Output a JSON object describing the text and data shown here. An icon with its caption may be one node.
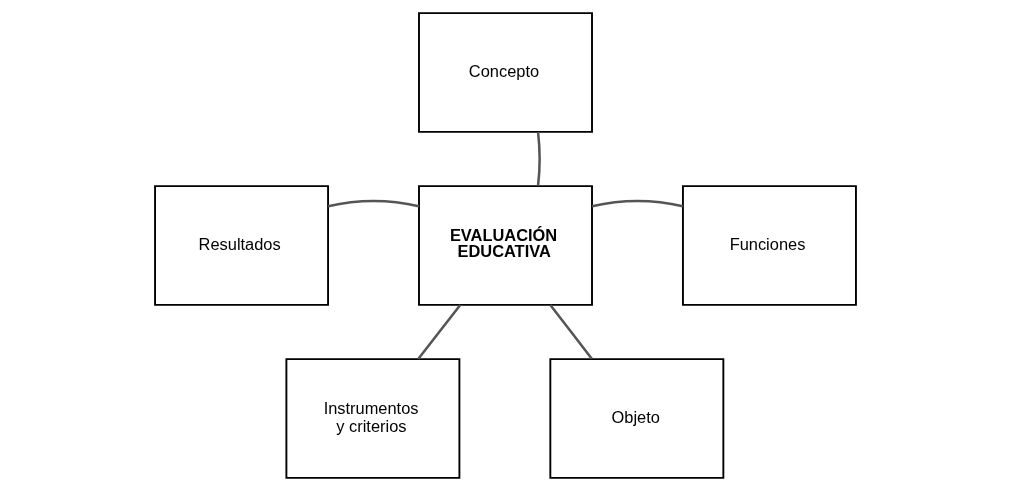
{
  "diagram": {
    "nodes": [
      {
        "text": [
          "Concepto"
        ]
      },
      {
        "text": [
          "Resultados"
        ]
      },
      {
        "text": [
          "EVALUACIÓN EDUCATIVA"
        ]
      },
      {
        "text": [
          "Funciones"
        ]
      },
      {
        "text": [
          "Instrumentos y criterios"
        ]
      },
      {
        "text": [
          "Objeto"
        ]
      }
    ],
    "edges": [
      {
        "from": 2,
        "to": 0,
        "arrow": "none"
      },
      {
        "from": 2,
        "to": 1,
        "arrow": "none"
      },
      {
        "from": 2,
        "to": 3,
        "arrow": "none"
      },
      {
        "from": 2,
        "to": 4,
        "arrow": "none"
      },
      {
        "from": 2,
        "to": 5,
        "arrow": "none"
      }
    ]
  }
}
